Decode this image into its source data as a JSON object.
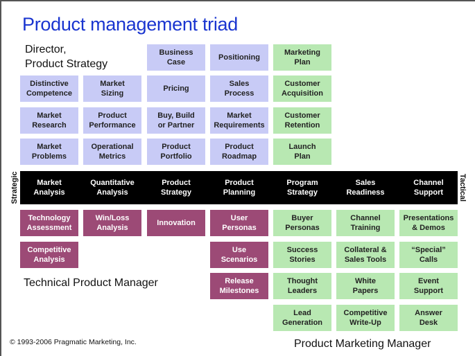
{
  "title": "Product management triad",
  "roles": {
    "director": "Director,\nProduct Strategy",
    "technical": "Technical Product Manager",
    "marketing": "Product Marketing Manager"
  },
  "axis": {
    "strategic": "Strategic",
    "tactical": "Tactical"
  },
  "copyright": "© 1993-2006 Pragmatic Marketing, Inc.",
  "colors": {
    "title": "#1a35d0",
    "lavender": "#c8cbf6",
    "green": "#b8e8b2",
    "purple": "#9c4a76",
    "bar": "#000000"
  },
  "top": {
    "business_case": "Business\nCase",
    "positioning": "Positioning",
    "marketing_plan": "Marketing\nPlan",
    "distinctive_competence": "Distinctive\nCompetence",
    "market_sizing": "Market\nSizing",
    "pricing": "Pricing",
    "sales_process": "Sales\nProcess",
    "customer_acquisition": "Customer\nAcquisition",
    "market_research": "Market\nResearch",
    "product_performance": "Product\nPerformance",
    "buy_build_partner": "Buy, Build\nor Partner",
    "market_requirements": "Market\nRequirements",
    "customer_retention": "Customer\nRetention",
    "market_problems": "Market\nProblems",
    "operational_metrics": "Operational\nMetrics",
    "product_portfolio": "Product\nPortfolio",
    "product_roadmap": "Product\nRoadmap",
    "launch_plan": "Launch\nPlan"
  },
  "bar": [
    "Market\nAnalysis",
    "Quantitative\nAnalysis",
    "Product\nStrategy",
    "Product\nPlanning",
    "Program\nStrategy",
    "Sales\nReadiness",
    "Channel\nSupport"
  ],
  "bottom": {
    "technology_assessment": "Technology\nAssessment",
    "win_loss": "Win/Loss\nAnalysis",
    "innovation": "Innovation",
    "user_personas": "User\nPersonas",
    "buyer_personas": "Buyer\nPersonas",
    "channel_training": "Channel\nTraining",
    "presentations_demos": "Presentations\n& Demos",
    "competitive_analysis": "Competitive\nAnalysis",
    "use_scenarios": "Use\nScenarios",
    "success_stories": "Success\nStories",
    "collateral": "Collateral &\nSales Tools",
    "special_calls": "“Special”\nCalls",
    "release_milestones": "Release\nMilestones",
    "thought_leaders": "Thought\nLeaders",
    "white_papers": "White\nPapers",
    "event_support": "Event\nSupport",
    "lead_generation": "Lead\nGeneration",
    "competitive_writeup": "Competitive\nWrite-Up",
    "answer_desk": "Answer\nDesk"
  }
}
